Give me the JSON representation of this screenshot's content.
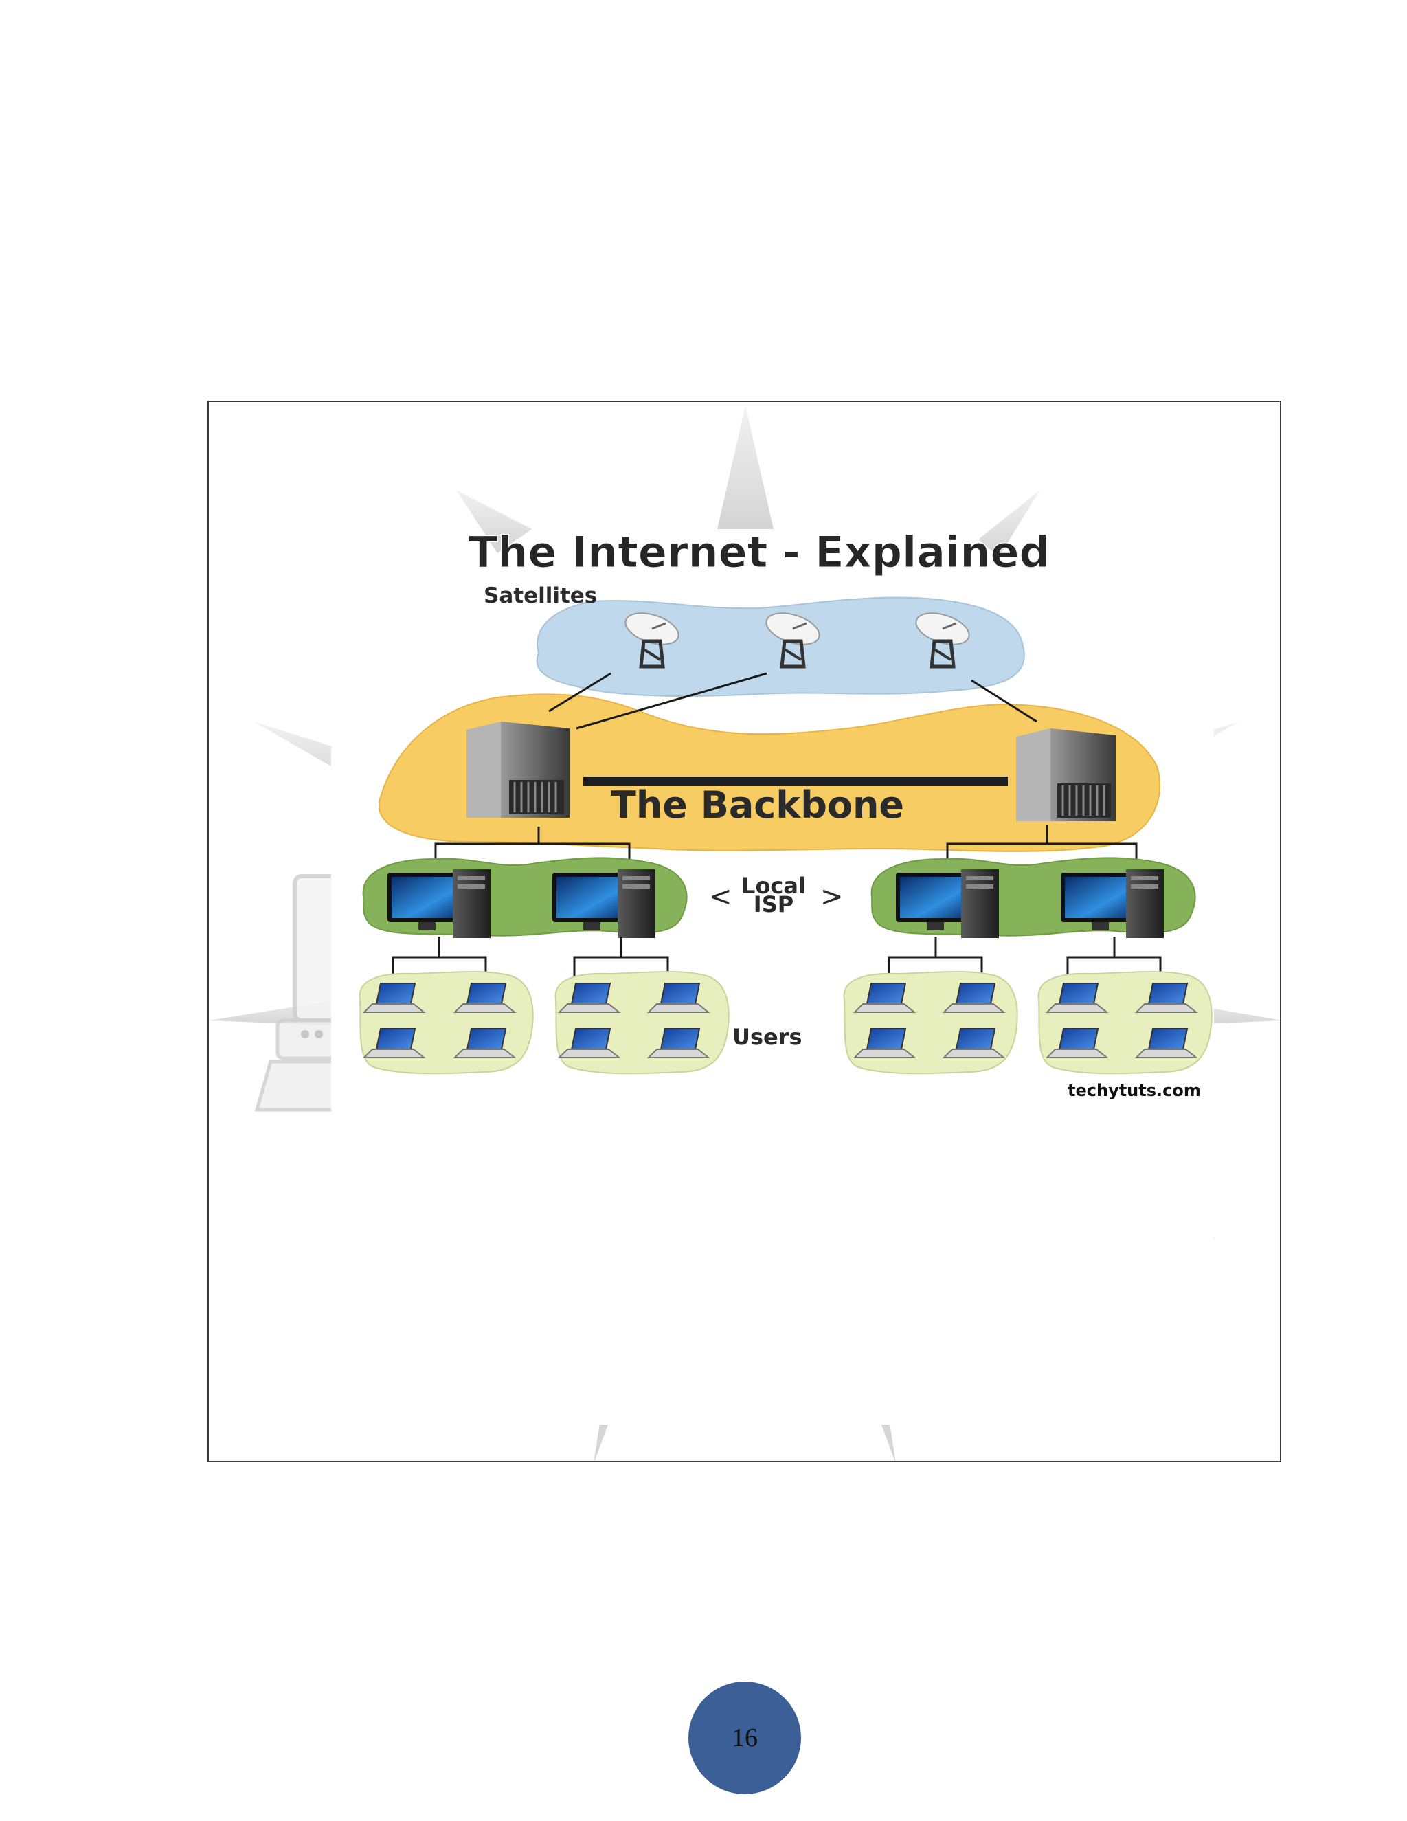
{
  "diagram": {
    "title": "The Internet - Explained",
    "satellites_label": "Satellites",
    "backbone_label": "The Backbone",
    "local_isp_line1": "Local",
    "local_isp_line2": "ISP",
    "isp_arrow_left": "<",
    "isp_arrow_right": ">",
    "users_label": "Users",
    "credit": "techytuts.com",
    "colors": {
      "satellite_cloud": "#bfd8ec",
      "backbone_cloud": "#f7cc62",
      "isp_cloud": "#86b25a",
      "users_cloud": "#e8efbe",
      "screen_blue": "#1f5fb8"
    }
  },
  "footer": {
    "page_number": "16"
  }
}
